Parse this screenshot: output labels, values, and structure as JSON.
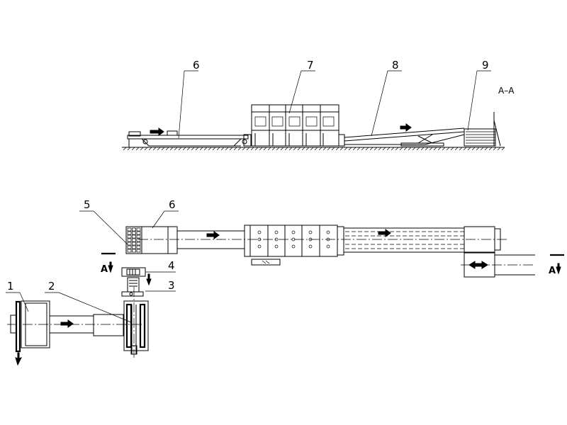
{
  "labels": {
    "l1": "1",
    "l2": "2",
    "l3": "3",
    "l4": "4",
    "l5": "5",
    "l6_top": "6",
    "l6_bottom": "6",
    "l7": "7",
    "l8": "8",
    "l9": "9"
  },
  "section": {
    "title": "A–A",
    "marker_left": "A",
    "marker_right": "A"
  },
  "icons": {
    "flow_arrow": "arrow-right-icon",
    "section_arrow": "arrow-up-icon"
  }
}
